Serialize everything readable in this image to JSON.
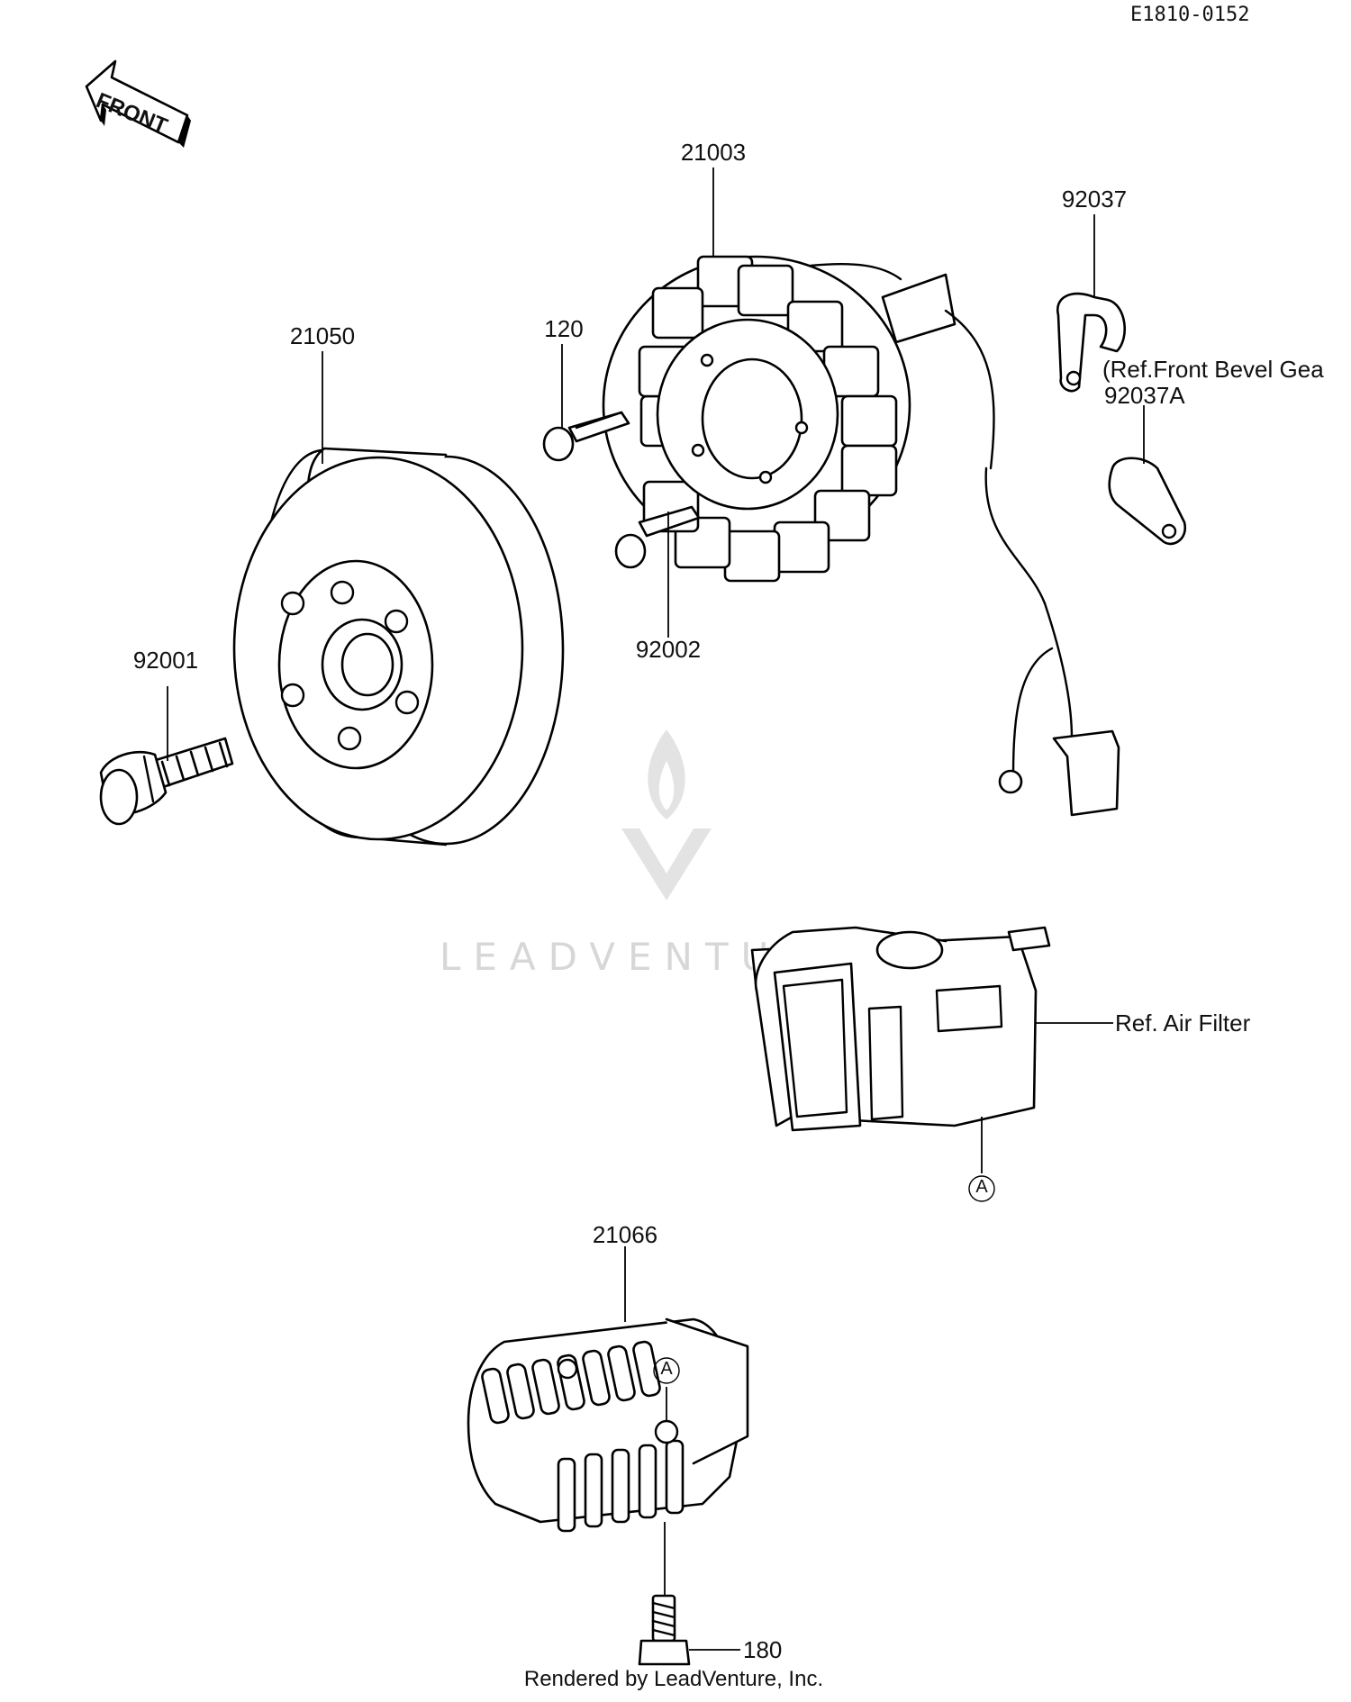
{
  "doc_id": "E1810-0152",
  "front_arrow_label": "FRONT",
  "parts": {
    "p21003": "21003",
    "p92037": "92037",
    "p21050": "21050",
    "p120": "120",
    "p92037A": "92037A",
    "p92002": "92002",
    "p92001": "92001",
    "p21066": "21066",
    "p180": "180"
  },
  "references": {
    "front_bevel": "(Ref.Front Bevel Gea",
    "air_filter": "Ref. Air Filter",
    "marker_a": "A"
  },
  "watermark": "LEADVENTURE",
  "footer": "Rendered by LeadVenture, Inc."
}
